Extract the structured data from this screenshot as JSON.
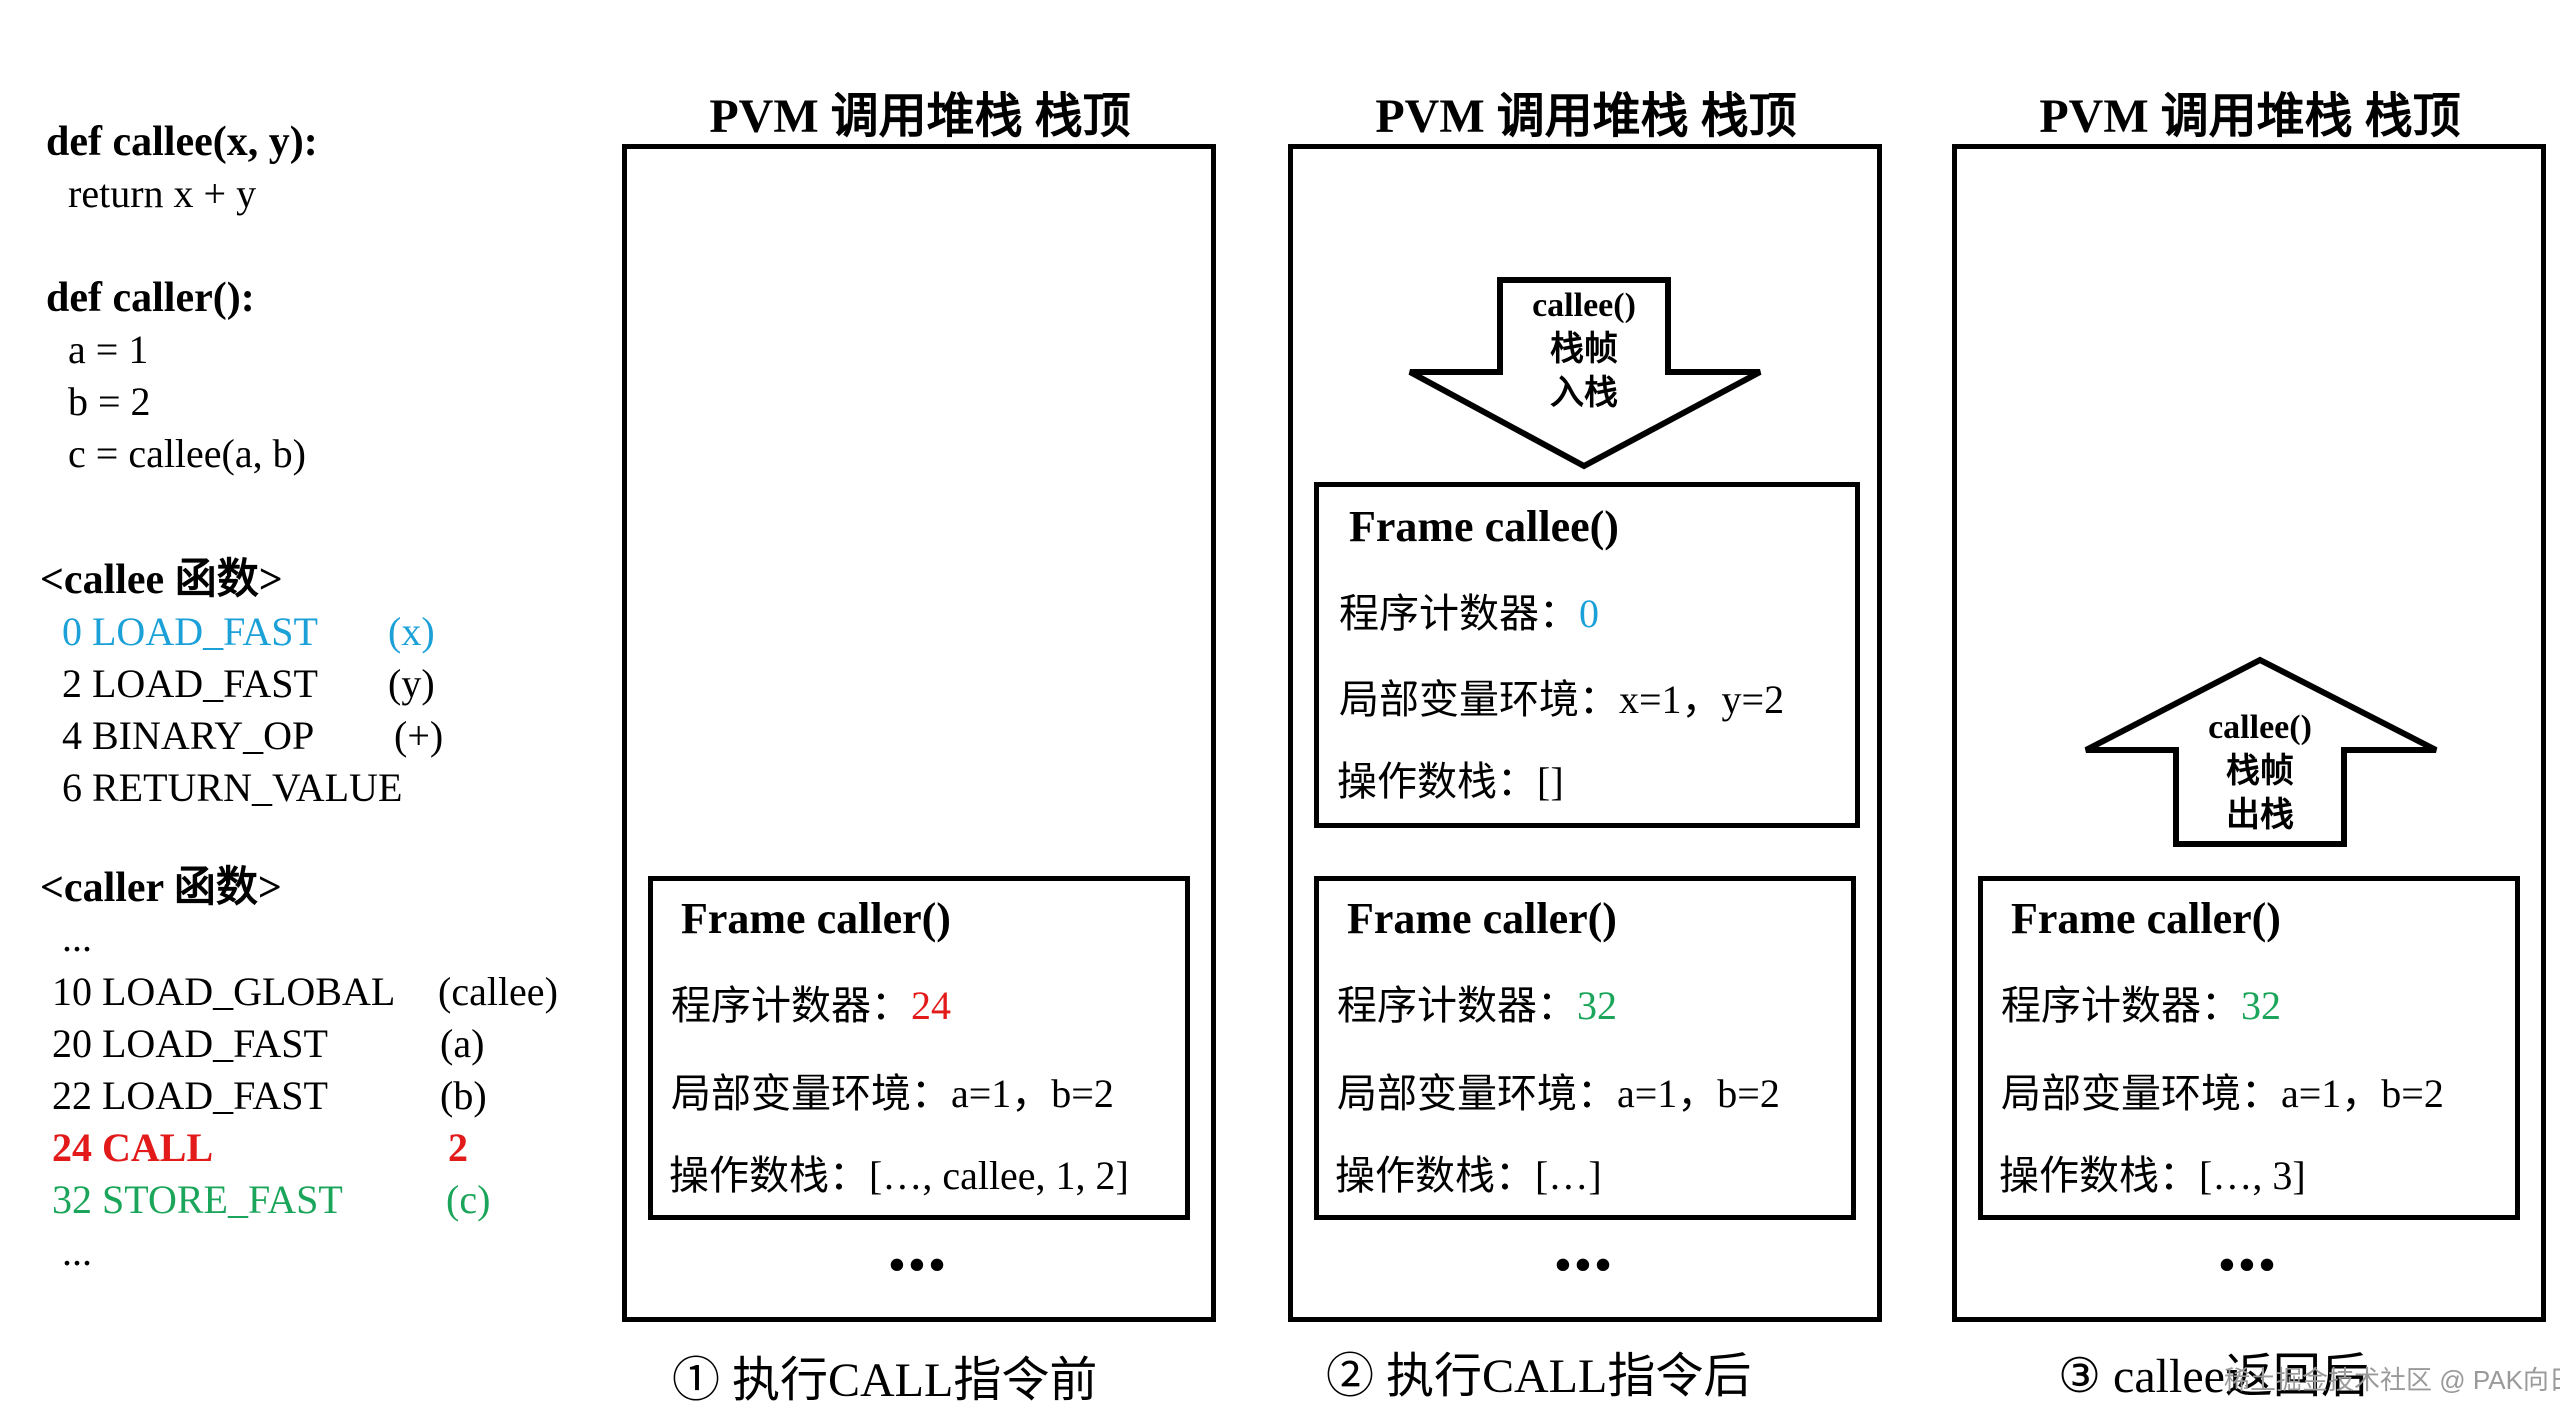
{
  "code": {
    "callee_def": "def callee(x, y):",
    "callee_return": "return x + y",
    "caller_def": "def caller():",
    "caller_a": "a = 1",
    "caller_b": "b = 2",
    "caller_c": "c = callee(a, b)",
    "callee_heading": "<callee 函数>",
    "callee_ops": [
      {
        "op": "0 LOAD_FAST",
        "arg": "(x)"
      },
      {
        "op": "2 LOAD_FAST",
        "arg": "(y)"
      },
      {
        "op": "4 BINARY_OP",
        "arg": "(+)"
      },
      {
        "op": "6 RETURN_VALUE",
        "arg": ""
      }
    ],
    "caller_heading": "<caller 函数>",
    "caller_dots_top": "...",
    "caller_ops": [
      {
        "op": "10 LOAD_GLOBAL",
        "arg": "(callee)"
      },
      {
        "op": "20 LOAD_FAST",
        "arg": "(a)"
      },
      {
        "op": "22 LOAD_FAST",
        "arg": "(b)"
      },
      {
        "op": "24 CALL",
        "arg": "2"
      },
      {
        "op": "32 STORE_FAST",
        "arg": "(c)"
      }
    ],
    "caller_dots_bottom": "..."
  },
  "panels": [
    {
      "title": "PVM 调用堆栈 栈顶",
      "caption": "① 执行CALL指令前",
      "ellipsis": "•••",
      "caller_frame": {
        "title": "Frame caller()",
        "pc_label": "程序计数器：",
        "pc_value": "24",
        "locals": "局部变量环境：a=1，b=2",
        "stack": "操作数栈：[…, callee, 1, 2]"
      }
    },
    {
      "title": "PVM 调用堆栈 栈顶",
      "caption": "② 执行CALL指令后",
      "ellipsis": "•••",
      "arrow": {
        "line1": "callee()",
        "line2": "栈帧",
        "line3": "入栈"
      },
      "callee_frame": {
        "title": "Frame callee()",
        "pc_label": "程序计数器：",
        "pc_value": "0",
        "locals": "局部变量环境：x=1，y=2",
        "stack": "操作数栈：[]"
      },
      "caller_frame": {
        "title": "Frame caller()",
        "pc_label": "程序计数器：",
        "pc_value": "32",
        "locals": "局部变量环境：a=1，b=2",
        "stack": "操作数栈：[…]"
      }
    },
    {
      "title": "PVM 调用堆栈 栈顶",
      "caption": "③ callee返回后",
      "ellipsis": "•••",
      "arrow": {
        "line1": "callee()",
        "line2": "栈帧",
        "line3": "出栈"
      },
      "caller_frame": {
        "title": "Frame caller()",
        "pc_label": "程序计数器：",
        "pc_value": "32",
        "locals": "局部变量环境：a=1，b=2",
        "stack": "操作数栈：[…, 3]"
      }
    }
  ],
  "watermark": "稀土掘金技术社区 @ PAK向日葵",
  "colors": {
    "blue": "#1ba1d8",
    "red": "#e21a1a",
    "green": "#1aa55a"
  }
}
